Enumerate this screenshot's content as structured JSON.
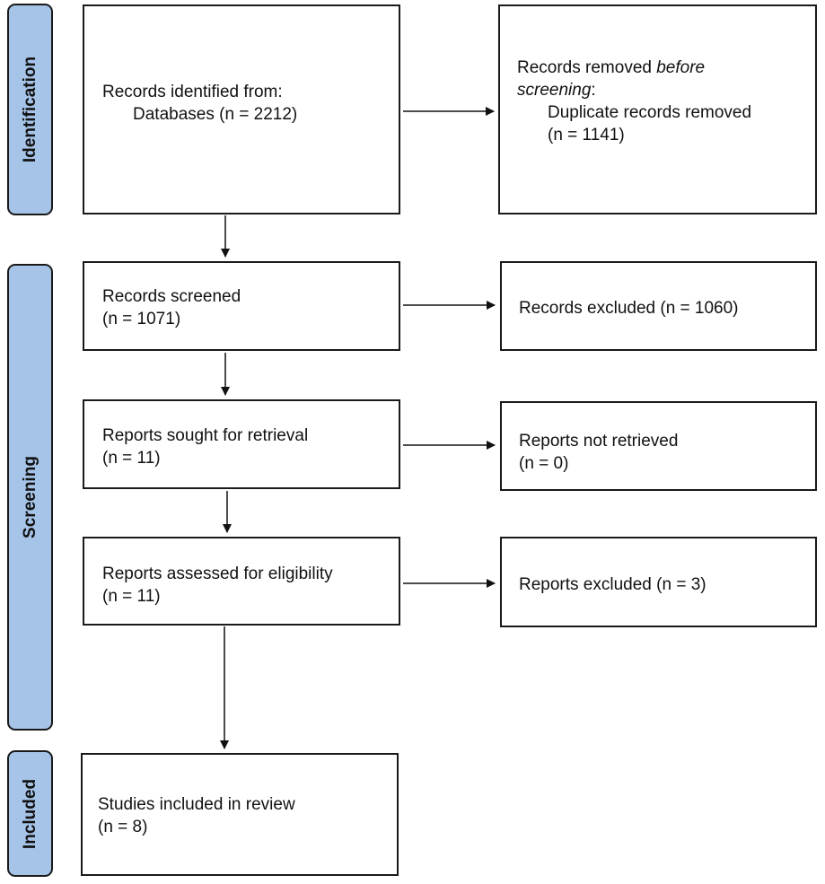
{
  "phases": {
    "identification": "Identification",
    "screening": "Screening",
    "included": "Included"
  },
  "identification": {
    "records_identified": {
      "line1": "Records identified from:",
      "line2": "Databases (n = 2212)"
    },
    "records_removed": {
      "line1_prefix": "Records removed ",
      "line1_italic": "before",
      "line2_italic": "screening",
      "line2_suffix": ":",
      "line3": "Duplicate records removed",
      "line4": "(n = 1141)"
    }
  },
  "screening": {
    "records_screened": {
      "line1": "Records screened",
      "line2": "(n = 1071)"
    },
    "records_excluded": {
      "line1": "Records excluded (n = 1060)"
    },
    "reports_sought": {
      "line1": "Reports sought for retrieval",
      "line2": "(n = 11)"
    },
    "reports_not_retrieved": {
      "line1": "Reports not retrieved",
      "line2": "(n = 0)"
    },
    "reports_assessed": {
      "line1": "Reports assessed for eligibility",
      "line2": "(n = 11)"
    },
    "reports_excluded": {
      "line1": "Reports excluded (n = 3)"
    }
  },
  "included": {
    "studies_included": {
      "line1": "Studies included in review",
      "line2": "(n = 8)"
    }
  },
  "colors": {
    "phase_fill": "#a6c4e8",
    "border": "#1a1a1a",
    "text": "#111111"
  }
}
